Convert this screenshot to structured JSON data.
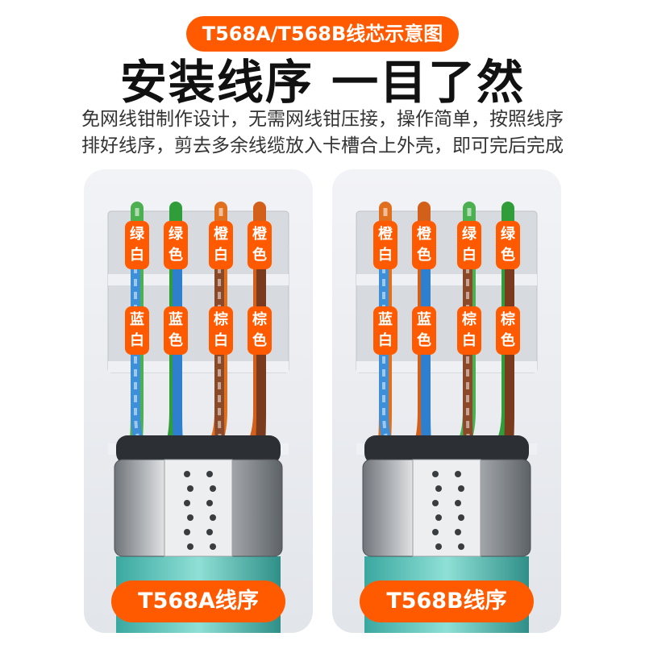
{
  "badge": "T568A/T568B线芯示意图",
  "headline": "安装线序 一目了然",
  "description": [
    "免网线钳制作设计，无需网线钳压接，操作简单，按照线序",
    "排好线序，剪去多余线缆放入卡槽合上外壳，即可完后完成"
  ],
  "colors": {
    "accent": "#ff5a00"
  },
  "panels": [
    {
      "standard_label": "T568A线序",
      "top_row": [
        {
          "c1": "绿",
          "c2": "白",
          "wire": "#4caf50",
          "striped": true
        },
        {
          "c1": "绿",
          "c2": "色",
          "wire": "#2e9d3a",
          "striped": false
        },
        {
          "c1": "橙",
          "c2": "白",
          "wire": "#e0701e",
          "striped": true
        },
        {
          "c1": "橙",
          "c2": "色",
          "wire": "#d2601a",
          "striped": false
        }
      ],
      "bottom_row": [
        {
          "c1": "蓝",
          "c2": "白",
          "wire": "#3d8fd8",
          "striped": true
        },
        {
          "c1": "蓝",
          "c2": "色",
          "wire": "#2f7fcf",
          "striped": false
        },
        {
          "c1": "棕",
          "c2": "白",
          "wire": "#8a4a2a",
          "striped": true
        },
        {
          "c1": "棕",
          "c2": "色",
          "wire": "#7a3a1e",
          "striped": false
        }
      ]
    },
    {
      "standard_label": "T568B线序",
      "top_row": [
        {
          "c1": "橙",
          "c2": "白",
          "wire": "#e0701e",
          "striped": true
        },
        {
          "c1": "橙",
          "c2": "色",
          "wire": "#d2601a",
          "striped": false
        },
        {
          "c1": "绿",
          "c2": "白",
          "wire": "#4caf50",
          "striped": true
        },
        {
          "c1": "绿",
          "c2": "色",
          "wire": "#2e9d3a",
          "striped": false
        }
      ],
      "bottom_row": [
        {
          "c1": "蓝",
          "c2": "白",
          "wire": "#3d8fd8",
          "striped": true
        },
        {
          "c1": "蓝",
          "c2": "色",
          "wire": "#2f7fcf",
          "striped": false
        },
        {
          "c1": "棕",
          "c2": "白",
          "wire": "#8a4a2a",
          "striped": true
        },
        {
          "c1": "棕",
          "c2": "色",
          "wire": "#7a3a1e",
          "striped": false
        }
      ]
    }
  ]
}
